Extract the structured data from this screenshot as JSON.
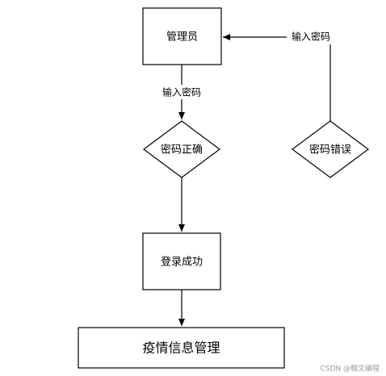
{
  "nodes": {
    "admin": "管理员",
    "password_correct": "密码正确",
    "password_error": "密码错误",
    "login_success": "登录成功",
    "epidemic_management": "疫情信息管理"
  },
  "edges": {
    "enter_password_left": "输入密码",
    "enter_password_right": "输入密码"
  },
  "watermark": "CSDN @翰文编程"
}
